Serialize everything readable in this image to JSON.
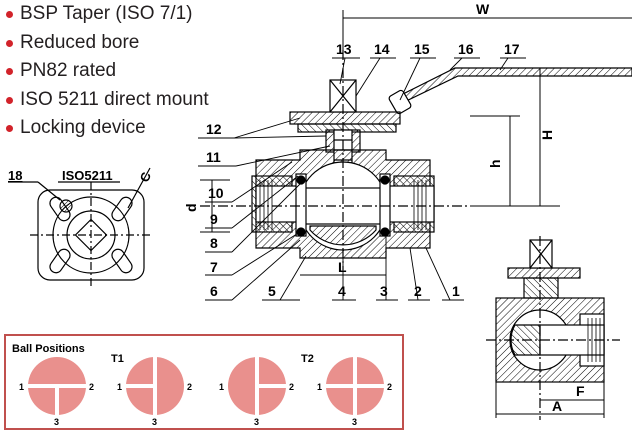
{
  "features": [
    "BSP Taper (ISO 7/1)",
    "Reduced bore",
    "PN82 rated",
    "ISO 5211 direct mount",
    "Locking device"
  ],
  "colors": {
    "accent": "#d2232a",
    "box_border": "#c0504d",
    "ball_fill": "#e9908d",
    "hatch": "#000000"
  },
  "top_view": {
    "label_number": "18",
    "label_standard": "ISO5211",
    "label_c": "C"
  },
  "part_labels": [
    "1",
    "2",
    "3",
    "4",
    "5",
    "6",
    "7",
    "8",
    "9",
    "10",
    "11",
    "12",
    "13",
    "14",
    "15",
    "16",
    "17"
  ],
  "dimensions": {
    "w": "W",
    "h_upper": "H",
    "h_lower": "h",
    "d": "d",
    "l": "L",
    "a": "A",
    "f": "F"
  },
  "ball_positions": {
    "title": "Ball Positions",
    "groups": [
      "T1",
      "T2"
    ],
    "port_labels": [
      "1",
      "2",
      "3"
    ]
  }
}
